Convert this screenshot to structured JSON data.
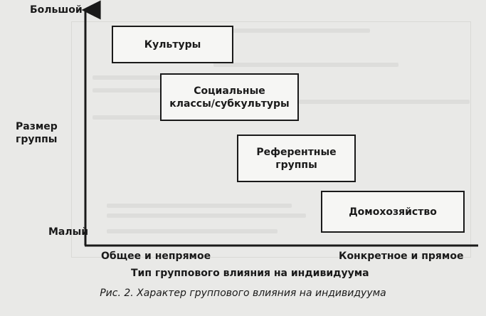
{
  "axes": {
    "y_top_label": "Большой",
    "y_bottom_label": "Малый",
    "y_title_line1": "Размер",
    "y_title_line2": "группы",
    "x_left_label": "Общее и непрямое",
    "x_right_label": "Конкретное и прямое",
    "x_title": "Тип группового влияния на индивидуума"
  },
  "boxes": [
    {
      "label": "Культуры"
    },
    {
      "label": "Социальные\nклассы/субкультуры"
    },
    {
      "label": "Референтные\nгруппы"
    },
    {
      "label": "Домохозяйство"
    }
  ],
  "caption": "Рис. 2. Характер группового влияния на индивидуума",
  "colors": {
    "ink": "#1a1a1a",
    "paper": "#e9e9e7"
  }
}
